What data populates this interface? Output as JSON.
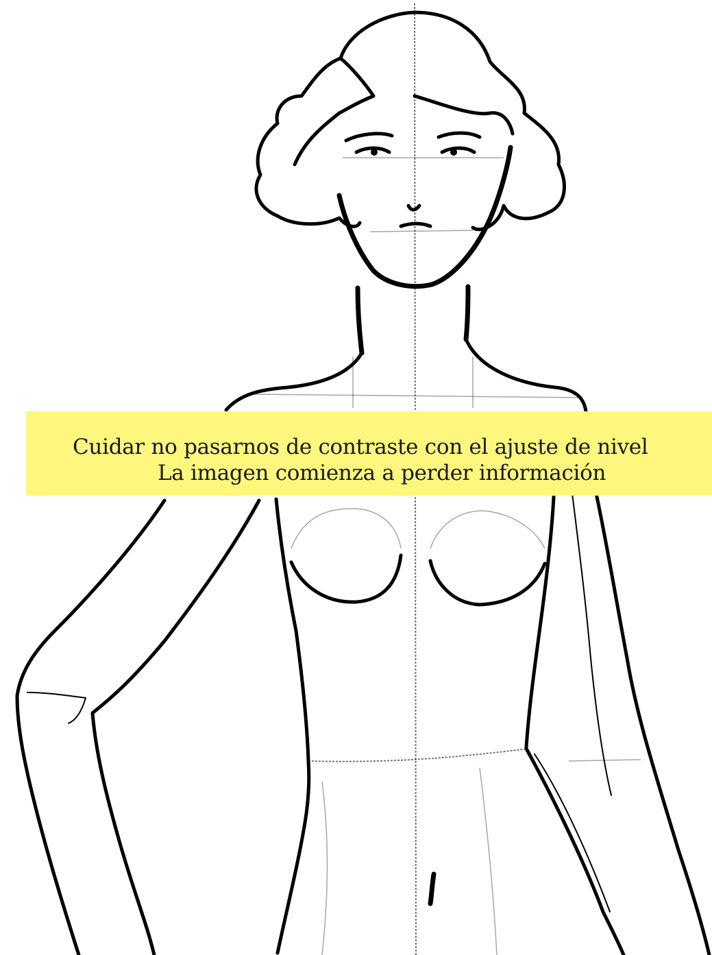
{
  "note": {
    "line1": "Cuidar no pasarnos de contraste con el ajuste de nivel",
    "line2": "La imagen comienza a perder información",
    "background_color": "#fef77e"
  },
  "drawing": {
    "subject": "fashion-croquis-sketch",
    "ink_color": "#000000"
  }
}
